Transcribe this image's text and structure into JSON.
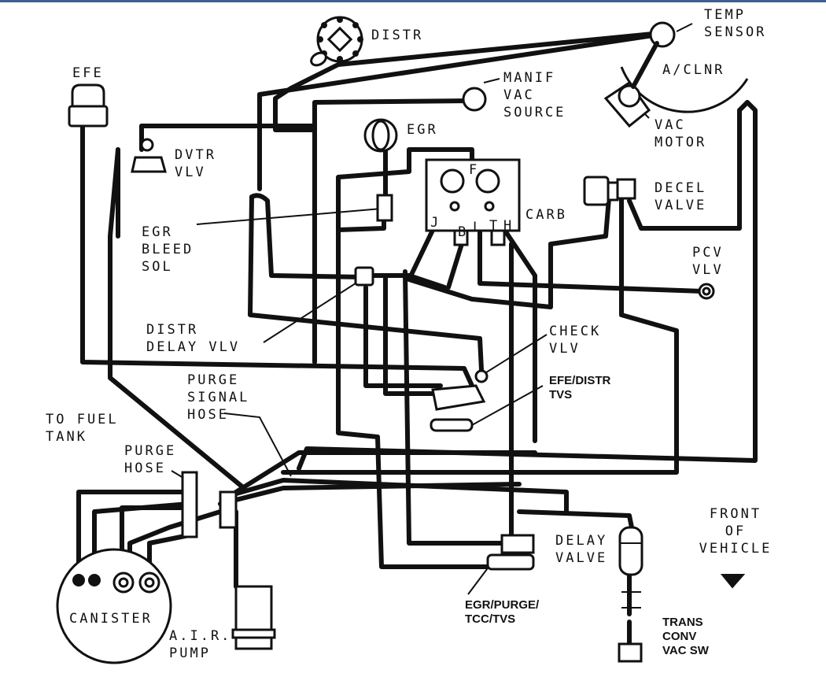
{
  "labels": {
    "distr": "DISTR",
    "temp_sensor": "TEMP\nSENSOR",
    "a_clnr": "A/CLNR",
    "efe": "EFE",
    "manif_vac_source": "MANIF\nVAC\nSOURCE",
    "egr": "EGR",
    "dvtr_vlv": "DVTR\nVLV",
    "vac_motor": "VAC\nMOTOR",
    "decel_valve": "DECEL\nVALVE",
    "carb": "CARB",
    "carb_f": "F",
    "carb_j": "J",
    "carb_b": "B",
    "carb_l": "L",
    "carb_t": "T",
    "carb_h": "H",
    "egr_bleed_sol": "EGR\nBLEED\nSOL",
    "pcv_vlv": "PCV\nVLV",
    "distr_delay_vlv": "DISTR\nDELAY VLV",
    "check_vlv": "CHECK\nVLV",
    "efe_distr_tvs": "EFE/DISTR\nTVS",
    "purge_signal_hose": "PURGE\nSIGNAL\nHOSE",
    "to_fuel_tank": "TO FUEL\nTANK",
    "purge_hose": "PURGE\nHOSE",
    "front_of_vehicle": "FRONT\nOF\nVEHICLE",
    "delay_valve": "DELAY\nVALVE",
    "canister": "CANISTER",
    "air_pump": "A.I.R.\nPUMP",
    "egr_purge_tcc_tvs": "EGR/PURGE/\nTCC/TVS",
    "trans_conv_vac_sw": "TRANS\nCONV\nVAC SW"
  },
  "icons": {
    "front_arrow": "arrow-down-icon"
  },
  "colors": {
    "line": "#111111",
    "background": "#ffffff",
    "top_bar": "#3f5f8f"
  }
}
